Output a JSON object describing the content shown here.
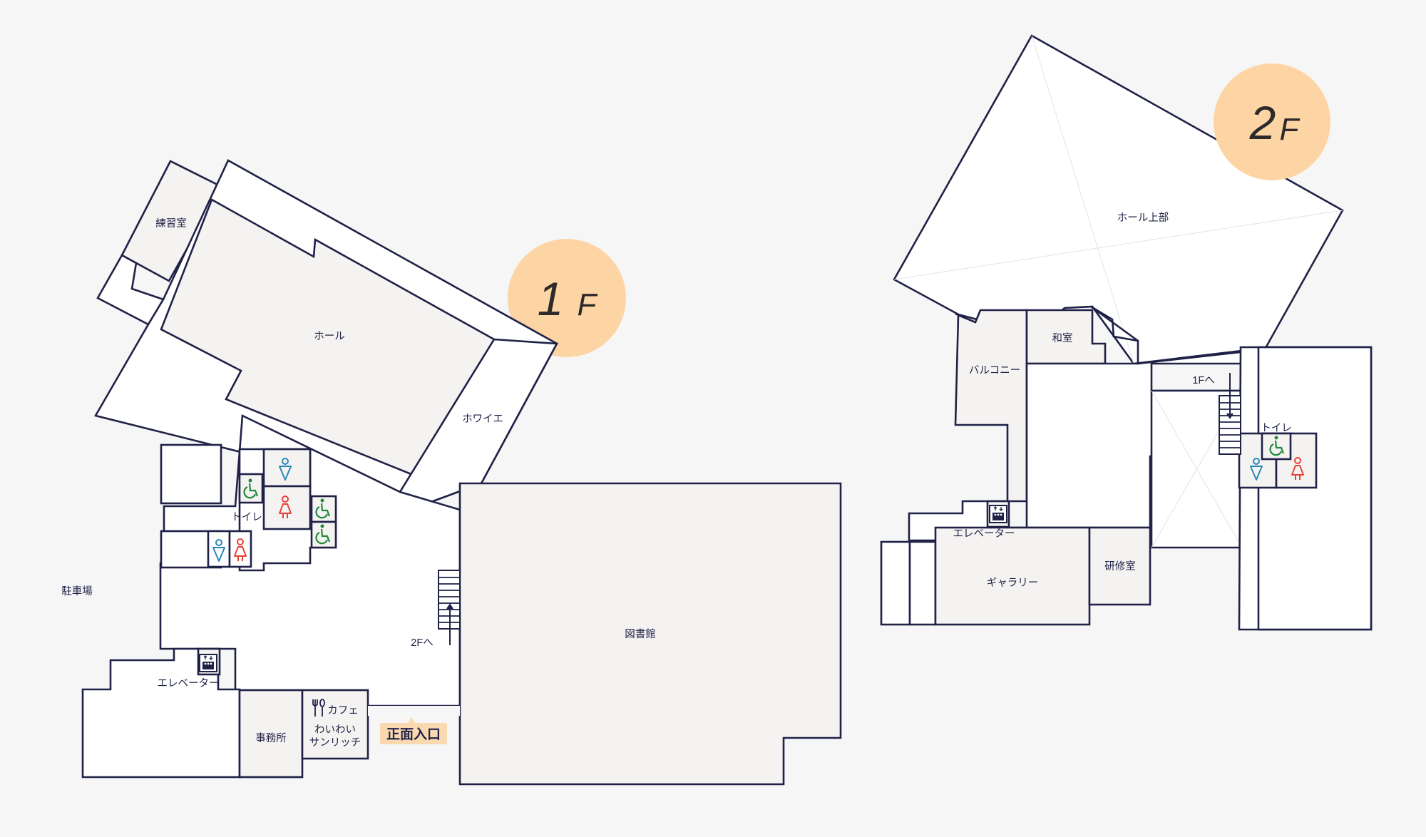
{
  "floor1": {
    "badge_number": "1",
    "badge_letter": "F",
    "rooms": {
      "practice": "練習室",
      "hall": "ホール",
      "foyer": "ホワイエ",
      "toilet": "トイレ",
      "parking": "駐車場",
      "stairs_up": "2Fへ",
      "elevator": "エレベーター",
      "library": "図書館",
      "office": "事務所",
      "cafe": "カフェ",
      "cafe_name_1": "わいわい",
      "cafe_name_2": "サンリッチ",
      "entrance": "正面入口"
    }
  },
  "floor2": {
    "badge_number": "2",
    "badge_letter": "F",
    "rooms": {
      "hall_upper": "ホール上部",
      "balcony": "バルコニー",
      "washitsu": "和室",
      "stairs_down": "1Fへ",
      "toilet": "トイレ",
      "elevator": "エレベーター",
      "gallery": "ギャラリー",
      "training": "研修室"
    }
  },
  "colors": {
    "wall": "#1f2147",
    "badge": "#fdd4a3",
    "male": "#2a88b8",
    "female": "#e8413a",
    "accessible": "#1f8a3a",
    "background": "#f6f6f6"
  }
}
